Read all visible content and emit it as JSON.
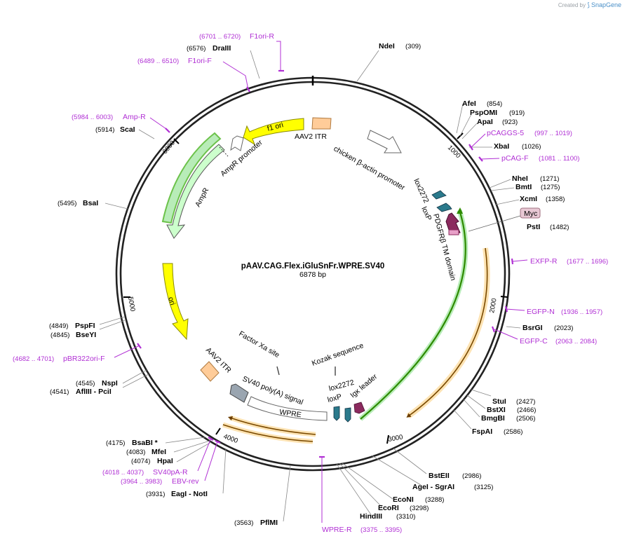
{
  "credit": {
    "prefix": "Created by",
    "brand": "SnapGene"
  },
  "plasmid": {
    "name": "pAAV.CAG.Flex.iGluSnFr.WPRE.SV40",
    "size": "6878 bp"
  },
  "ticks": [
    "1000",
    "2000",
    "3000",
    "4000",
    "5000",
    "6000"
  ],
  "sites": [
    {
      "name": "NdeI",
      "pos": "(309)"
    },
    {
      "name": "AfeI",
      "pos": "(854)"
    },
    {
      "name": "PspOMI",
      "pos": "(919)"
    },
    {
      "name": "ApaI",
      "pos": "(923)"
    },
    {
      "name": "XbaI",
      "pos": "(1026)"
    },
    {
      "name": "NheI",
      "pos": "(1271)"
    },
    {
      "name": "BmtI",
      "pos": "(1275)"
    },
    {
      "name": "XcmI",
      "pos": "(1358)"
    },
    {
      "name": "PstI",
      "pos": "(1482)"
    },
    {
      "name": "BsrGI",
      "pos": "(2023)"
    },
    {
      "name": "StuI",
      "pos": "(2427)"
    },
    {
      "name": "BstXI",
      "pos": "(2466)"
    },
    {
      "name": "BmgBI",
      "pos": "(2506)"
    },
    {
      "name": "FspAI",
      "pos": "(2586)"
    },
    {
      "name": "BstEII",
      "pos": "(2986)"
    },
    {
      "name": "AgeI - SgrAI",
      "pos": "(3125)"
    },
    {
      "name": "EcoNI",
      "pos": "(3288)"
    },
    {
      "name": "EcoRI",
      "pos": "(3298)"
    },
    {
      "name": "HindIII",
      "pos": "(3310)"
    },
    {
      "name": "PflMI",
      "pos": "(3563)"
    },
    {
      "name": "EagI - NotI",
      "pos": "(3931)"
    },
    {
      "name": "HpaI",
      "pos": "(4074)"
    },
    {
      "name": "MfeI",
      "pos": "(4083)"
    },
    {
      "name": "BsaBI *",
      "pos": "(4175)"
    },
    {
      "name": "AflIII - PciI",
      "pos": "(4541)"
    },
    {
      "name": "NspI",
      "pos": "(4545)"
    },
    {
      "name": "BseYI",
      "pos": "(4845)"
    },
    {
      "name": "PspFI",
      "pos": "(4849)"
    },
    {
      "name": "BsaI",
      "pos": "(5495)"
    },
    {
      "name": "ScaI",
      "pos": "(5914)"
    },
    {
      "name": "DraIII",
      "pos": "(6576)"
    }
  ],
  "primers": [
    {
      "name": "F1ori-R",
      "range": "(6701 .. 6720)"
    },
    {
      "name": "F1ori-F",
      "range": "(6489 .. 6510)"
    },
    {
      "name": "Amp-R",
      "range": "(5984 .. 6003)"
    },
    {
      "name": "pCAGGS-5",
      "range": "(997 .. 1019)"
    },
    {
      "name": "pCAG-F",
      "range": "(1081 .. 1100)"
    },
    {
      "name": "EXFP-R",
      "range": "(1677 .. 1696)"
    },
    {
      "name": "EGFP-N",
      "range": "(1936 .. 1957)"
    },
    {
      "name": "EGFP-C",
      "range": "(2063 .. 2084)"
    },
    {
      "name": "pBR322ori-F",
      "range": "(4682 .. 4701)"
    },
    {
      "name": "SV40pA-R",
      "range": "(4018 .. 4037)"
    },
    {
      "name": "EBV-rev",
      "range": "(3964 .. 3983)"
    },
    {
      "name": "WPRE-R",
      "range": "(3375 .. 3395)"
    }
  ],
  "features": {
    "aav2_itr_top": "AAV2 ITR",
    "f1_ori": "f1 ori",
    "chicken_promoter": "chicken β-actin promoter",
    "ampr_promoter": "AmpR promoter",
    "ampr": "AmpR",
    "lox2272_top": "lox2272",
    "loxp_top": "loxP",
    "pdgfrb": "PDGFRβ TM domain",
    "myc": "Myc",
    "ori": "ori",
    "factor_xa": "Factor Xa site",
    "kozak": "Kozak sequence",
    "aav2_itr_bottom": "AAV2 ITR",
    "sv40_polya": "SV40 poly(A) signal",
    "wpre": "WPRE",
    "lox2272_bottom": "lox2272",
    "loxp_bottom": "loxP",
    "igk": "Igκ leader"
  },
  "colors": {
    "ori": "#ffff00",
    "ampr": "#ccffcc",
    "itr": "#ffcc99",
    "gfp_band": "#2e8b00",
    "orange_band": "#f5a623",
    "lox": "#2b7a8c",
    "pdgfr": "#8b2a5e",
    "primer": "#b02fd4",
    "backbone": "#222222"
  }
}
